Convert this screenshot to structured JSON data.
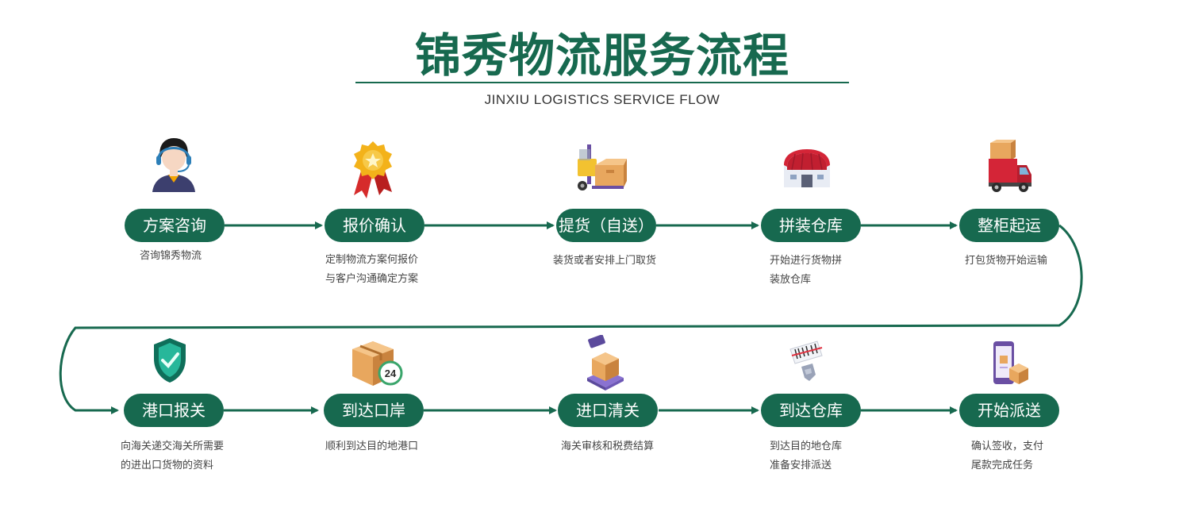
{
  "header": {
    "title": "锦秀物流服务流程",
    "subtitle": "JINXIU LOGISTICS SERVICE FLOW"
  },
  "colors": {
    "primary": "#17694f",
    "text": "#444444"
  },
  "steps": [
    {
      "label": "方案咨询",
      "icon": "customer-service-icon",
      "desc": [
        "咨询锦秀物流"
      ]
    },
    {
      "label": "报价确认",
      "icon": "award-ribbon-icon",
      "desc": [
        "定制物流方案何报价",
        "与客户沟通确定方案"
      ]
    },
    {
      "label": "提货（自送）",
      "icon": "forklift-icon",
      "desc": [
        "装货或者安排上门取货"
      ]
    },
    {
      "label": "拼装仓库",
      "icon": "warehouse-icon",
      "desc": [
        "开始进行货物拼",
        "装放仓库"
      ]
    },
    {
      "label": "整柜起运",
      "icon": "truck-icon",
      "desc": [
        "打包货物开始运输"
      ]
    },
    {
      "label": "港口报关",
      "icon": "shield-check-icon",
      "desc": [
        "向海关递交海关所需要",
        "的进出口货物的资料"
      ]
    },
    {
      "label": "到达口岸",
      "icon": "box-24h-icon",
      "desc": [
        "顺利到达目的地港口"
      ]
    },
    {
      "label": "进口清关",
      "icon": "package-scan-icon",
      "desc": [
        "海关审核和税费结算"
      ]
    },
    {
      "label": "到达仓库",
      "icon": "barcode-scanner-icon",
      "desc": [
        "到达目的地仓库",
        "准备安排派送"
      ]
    },
    {
      "label": "开始派送",
      "icon": "phone-delivery-icon",
      "desc": [
        "确认签收，支付",
        "尾款完成任务"
      ]
    }
  ]
}
